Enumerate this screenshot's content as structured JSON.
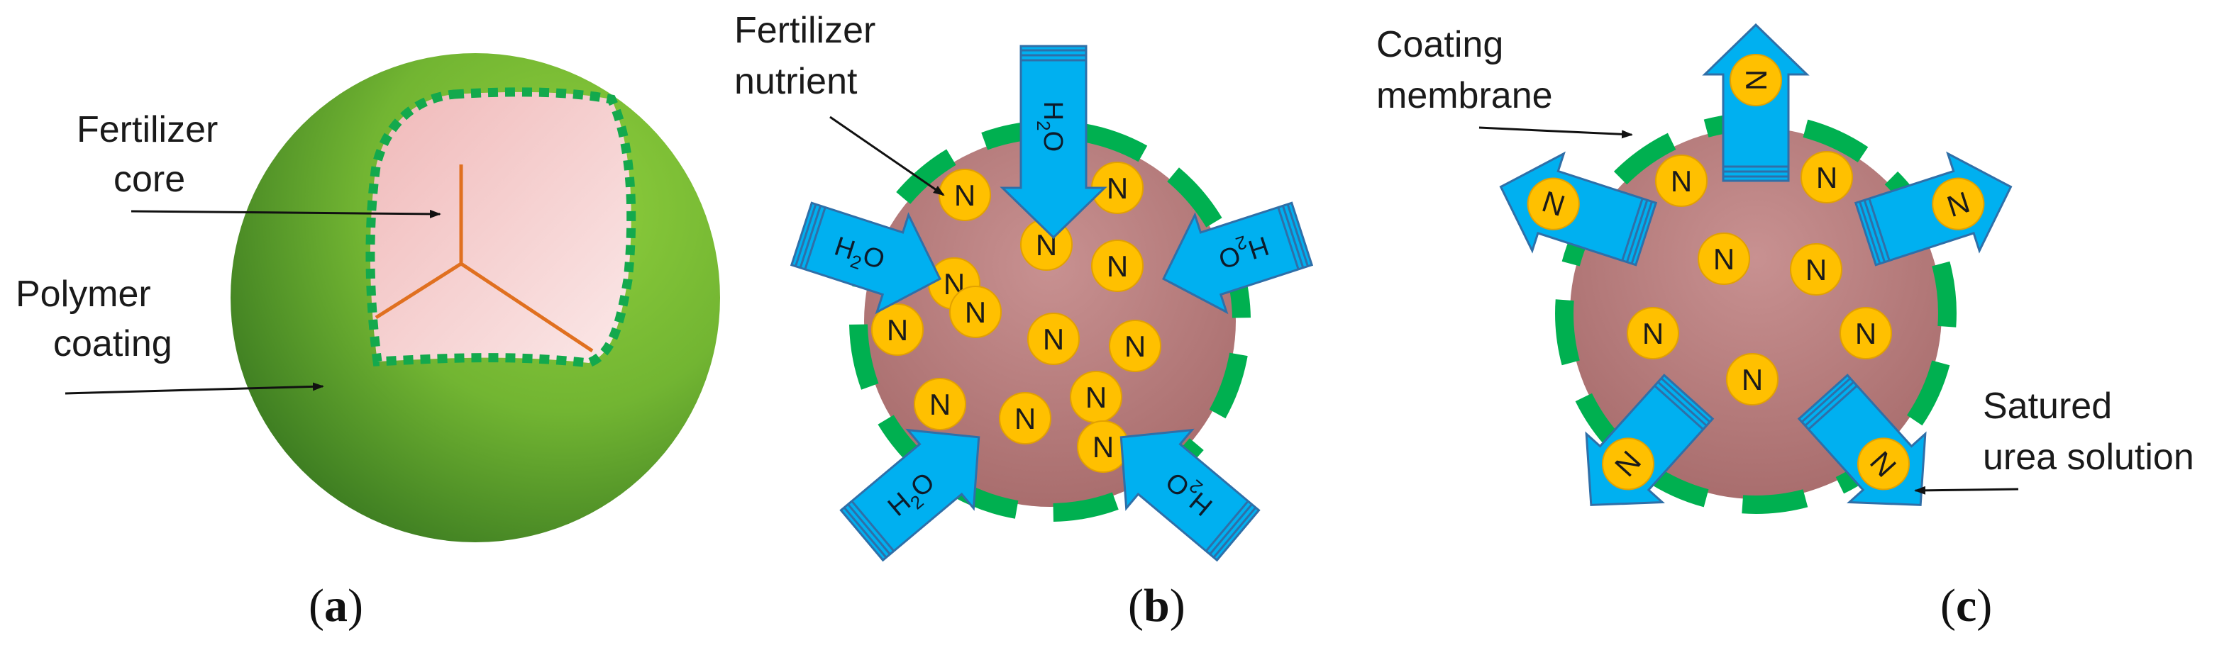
{
  "panels": {
    "a": {
      "caption_letter": "a",
      "labels": {
        "core_line1": "Fertilizer",
        "core_line2": "core",
        "coating_line1": "Polymer",
        "coating_line2": "coating"
      }
    },
    "b": {
      "caption_letter": "b",
      "labels": {
        "nutrient_line1": "Fertilizer",
        "nutrient_line2": "nutrient"
      },
      "arrow_text": "H",
      "arrow_sub": "2",
      "arrow_text_end": "O",
      "particle_letter": "N"
    },
    "c": {
      "caption_letter": "c",
      "labels": {
        "membrane_line1": "Coating",
        "membrane_line2": "membrane",
        "solution_line1": "Satured",
        "solution_line2": "urea solution"
      },
      "particle_letter": "N"
    }
  },
  "colors": {
    "coating_green": "#00b050",
    "core_pink": "#f2c3c3",
    "granule_brown": "#b57a7a",
    "particle_yellow": "#ffc000",
    "arrow_blue": "#00b0f0",
    "arrow_edge": "#2f6fa8"
  }
}
